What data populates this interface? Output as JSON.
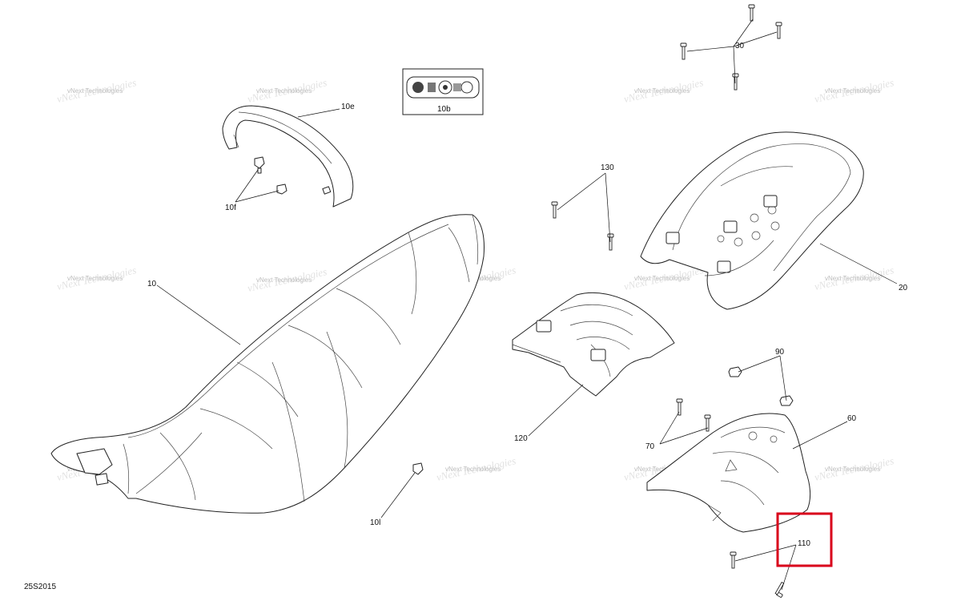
{
  "diagram": {
    "callouts": {
      "c10e": "10e",
      "c10b": "10b",
      "c10f": "10f",
      "c10": "10",
      "c10l": "10l",
      "c30": "30",
      "c130": "130",
      "c20": "20",
      "c120": "120",
      "c90": "90",
      "c70": "70",
      "c60": "60",
      "c110": "110"
    },
    "drawing_code": "25S2015",
    "watermark_line1": "vNext Technologies",
    "watermark_logo_text": "vNext Technologies",
    "highlight_color": "#d9001b"
  }
}
